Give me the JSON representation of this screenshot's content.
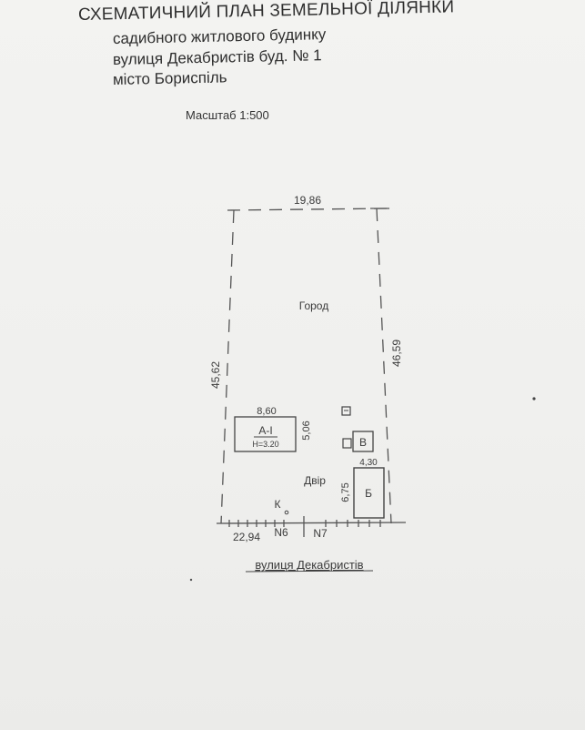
{
  "title": {
    "line1": "СХЕМАТИЧНИЙ ПЛАН ЗЕМЕЛЬНОЇ ДІЛЯНКИ",
    "line2": "садибного  житлового будинку",
    "line3": "вулиця Декабристів  буд. № 1",
    "line4": "місто Бориспіль"
  },
  "scale_label": "Масштаб 1:500",
  "plan": {
    "top_width": "19,86",
    "left_length": "45,62",
    "right_length": "46,59",
    "bottom_width": "22,94",
    "garden_label": "Город",
    "yard_label": "Двір",
    "house": {
      "label": "А-І",
      "height_note": "Н=3.20",
      "width": "8,60",
      "depth": "5,06"
    },
    "shed_b": {
      "label": "Б",
      "width": "4,30",
      "length": "6,75"
    },
    "shed_v": {
      "label": "В"
    },
    "well_label": "К",
    "neighbor_left": "N6",
    "neighbor_right": "N7",
    "street_label": "вулиця Декабристів"
  }
}
